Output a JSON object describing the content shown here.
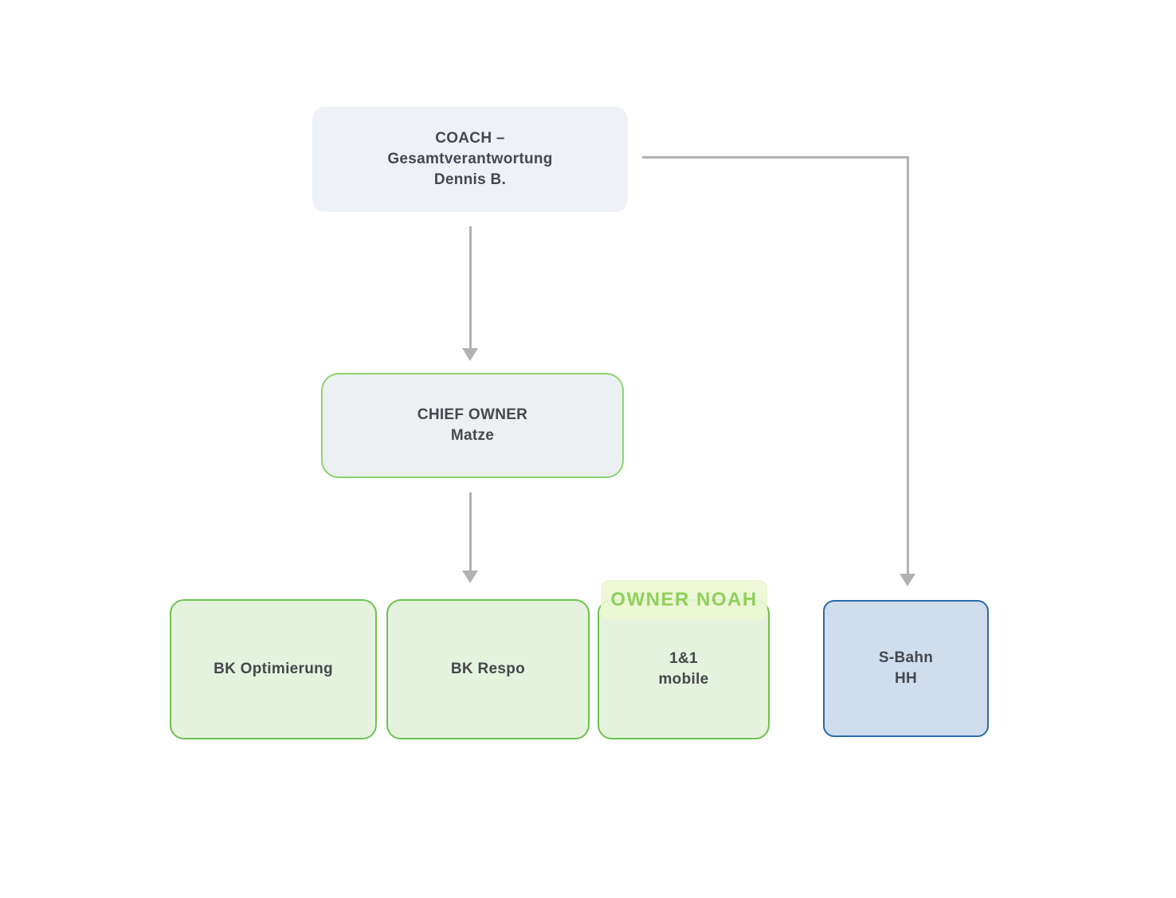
{
  "diagram": {
    "type": "org-chart",
    "background": "#ffffff"
  },
  "colors": {
    "text": "#46484d",
    "connector": "#b2b2b2",
    "neutral_fill": "#eef1f5",
    "green_border": "#6cc24f",
    "green_border_light": "#8ed36e",
    "green_fill": "#e5f2dd",
    "tag_text": "#8ed05e",
    "blue_fill": "#cfddec",
    "blue_border": "#2b6ba8"
  },
  "nodes": {
    "coach": {
      "lines": [
        "COACH –",
        "Gesamtverantwortung",
        "Dennis B."
      ]
    },
    "chief_owner": {
      "lines": [
        "CHIEF OWNER",
        "Matze"
      ]
    },
    "bk_optimierung": {
      "label": "BK Optimierung"
    },
    "bk_respo": {
      "label": "BK Respo"
    },
    "one_and_one_mobile": {
      "tag": "OWNER NOAH",
      "lines": [
        "1&1",
        "mobile"
      ]
    },
    "s_bahn_hh": {
      "lines": [
        "S-Bahn",
        "HH"
      ]
    }
  },
  "edges": [
    {
      "from": "coach",
      "to": "chief_owner"
    },
    {
      "from": "chief_owner",
      "to": "bk_respo"
    },
    {
      "from": "coach",
      "to": "s_bahn_hh"
    }
  ]
}
